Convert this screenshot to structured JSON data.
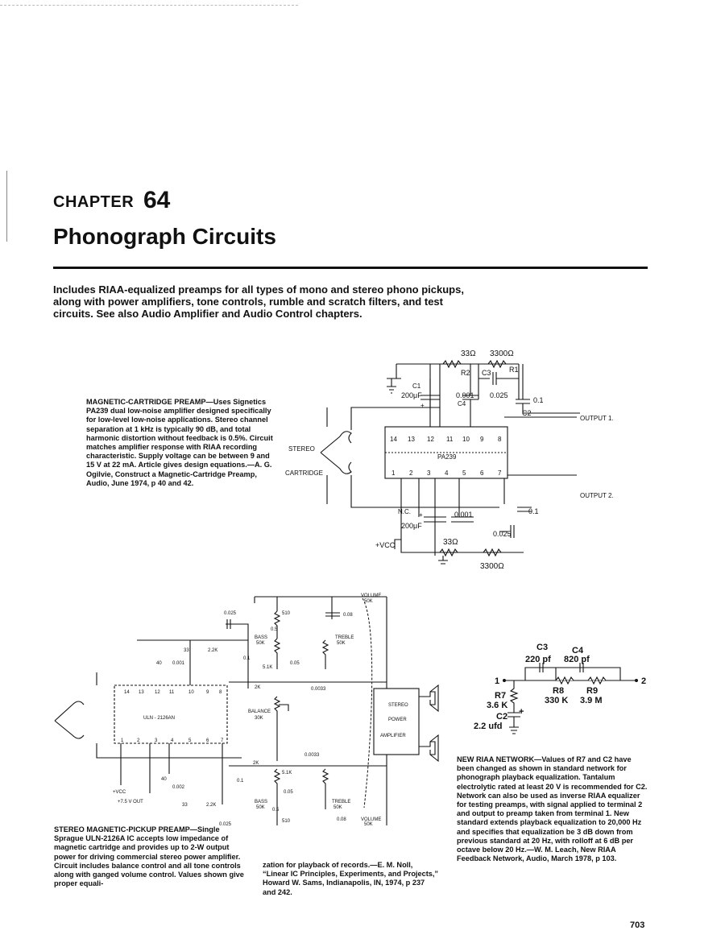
{
  "header": {
    "chapter_label": "CHAPTER",
    "chapter_number": "64",
    "chapter_title": "Phonograph Circuits"
  },
  "intro": "Includes RIAA-equalized preamps for all types of mono and stereo phono pickups, along with power amplifiers, tone controls, rumble and scratch filters, and test circuits. See also Audio Amplifier and Audio Control chapters.",
  "captions": [
    {
      "title": "MAGNETIC-CARTRIDGE PREAMP",
      "body": "—Uses Signetics PA239 dual low-noise amplifier designed specifically for low-level low-noise applications. Stereo channel separation at 1 kHz is typically 90 dB, and total harmonic distortion without feedback is 0.5%. Circuit matches amplifier response with RIAA recording characteristic. Supply voltage can be between 9 and 15 V at 22 mA. Article gives design equations.—A. G. Ogilvie, Construct a Magnetic-Cartridge Preamp, Audio, June 1974, p 40 and 42."
    },
    {
      "title": "STEREO MAGNETIC-PICKUP PREAMP",
      "body": "—Single Sprague ULN-2126A IC accepts low impedance of magnetic cartridge and provides up to 2-W output power for driving commercial stereo power amplifier. Circuit includes balance control and all tone controls along with ganged volume control. Values shown give proper equali-"
    },
    {
      "title": "",
      "body": "zation for playback of records.—E. M. Noll, “Linear IC Principles, Experiments, and Projects,” Howard W. Sams, Indianapolis, IN, 1974, p 237 and 242."
    },
    {
      "title": "NEW RIAA NETWORK",
      "body": "—Values of R7 and C2 have been changed as shown in standard network for phonograph playback equalization. Tantalum electrolytic rated at least 20 V is recommended for C2. Network can also be used as inverse RIAA equalizer for testing preamps, with signal applied to terminal 2 and output to preamp taken from terminal 1. New standard extends playback equalization to 20,000 Hz and specifies that equalization be 3 dB down from previous standard at 20 Hz, with rolloff at 6 dB per octave below 20 Hz.—W. M. Leach, New RIAA Feedback Network, Audio, March 1978, p 103."
    }
  ],
  "schematic1": {
    "ic": "PA239",
    "top_pins": [
      "14",
      "13",
      "12",
      "11",
      "10",
      "9",
      "8"
    ],
    "bottom_pins": [
      "1",
      "2",
      "3",
      "4",
      "5",
      "6",
      "7"
    ],
    "input_label_1": "STEREO",
    "input_label_2": "CARTRIDGE",
    "output1": "OUTPUT 1.",
    "output2": "OUTPUT 2.",
    "r_top_a": "33Ω",
    "r_top_b": "3300Ω",
    "r2": "R2",
    "r1": "R1",
    "c3": "C3",
    "c1": "C1",
    "c1_val": "200μF",
    "c4_val": "0.001",
    "c4": "C4",
    "c_025": "0.025",
    "c_01": "0.1",
    "c2": "C2",
    "nc": "N.C.",
    "c_bot": "200μF",
    "c_bot2": "0.001",
    "c_bot3": "0.025",
    "c_bot4": "0.1",
    "r_bot_a": "33Ω",
    "r_bot_b": "3300Ω",
    "vcc": "+VCC",
    "plus": "+"
  },
  "schematic2": {
    "ic": "ULN - 2126AN",
    "top_pins": [
      "14",
      "13",
      "12",
      "11",
      "10",
      "9",
      "8"
    ],
    "bottom_pins": [
      "1",
      "2",
      "3",
      "4",
      "5",
      "6",
      "7"
    ],
    "volume_top": "VOLUME",
    "volume_top_val": "50K",
    "volume_bot": "VOLUME",
    "volume_bot_val": "50K",
    "r510": "510",
    "c_08": "0.08",
    "c_05": "0.5",
    "bass": "BASS",
    "bass_val": "50K",
    "treble": "TREBLE",
    "treble_val": "50K",
    "r51k": "5.1K",
    "c005": "0.05",
    "c0025": "0.025",
    "r33": "33",
    "r22k": "2.2K",
    "c0001": "0.001",
    "c01": "0.1",
    "r40": "40",
    "r2k": "2K",
    "c00033": "0.0033",
    "balance": "BALANCE",
    "balance_val": "30K",
    "amp1": "STEREO",
    "amp2": "POWER",
    "amp3": "AMPLIFIER",
    "vcc": "+VCC",
    "out": "+7.5 V OUT",
    "c002": "0.002"
  },
  "schematic3": {
    "c3": "C3",
    "c4": "C4",
    "c3_val": "220 pf",
    "c4_val": "820 pf",
    "t1": "1",
    "t2": "2",
    "r8": "R8",
    "r9": "R9",
    "r8_val": "330 K",
    "r9_val": "3.9 M",
    "r7": "R7",
    "r7_val": "3.6 K",
    "c2": "C2",
    "c2_val": "2.2 ufd",
    "plus": "+"
  },
  "page_number": "703"
}
